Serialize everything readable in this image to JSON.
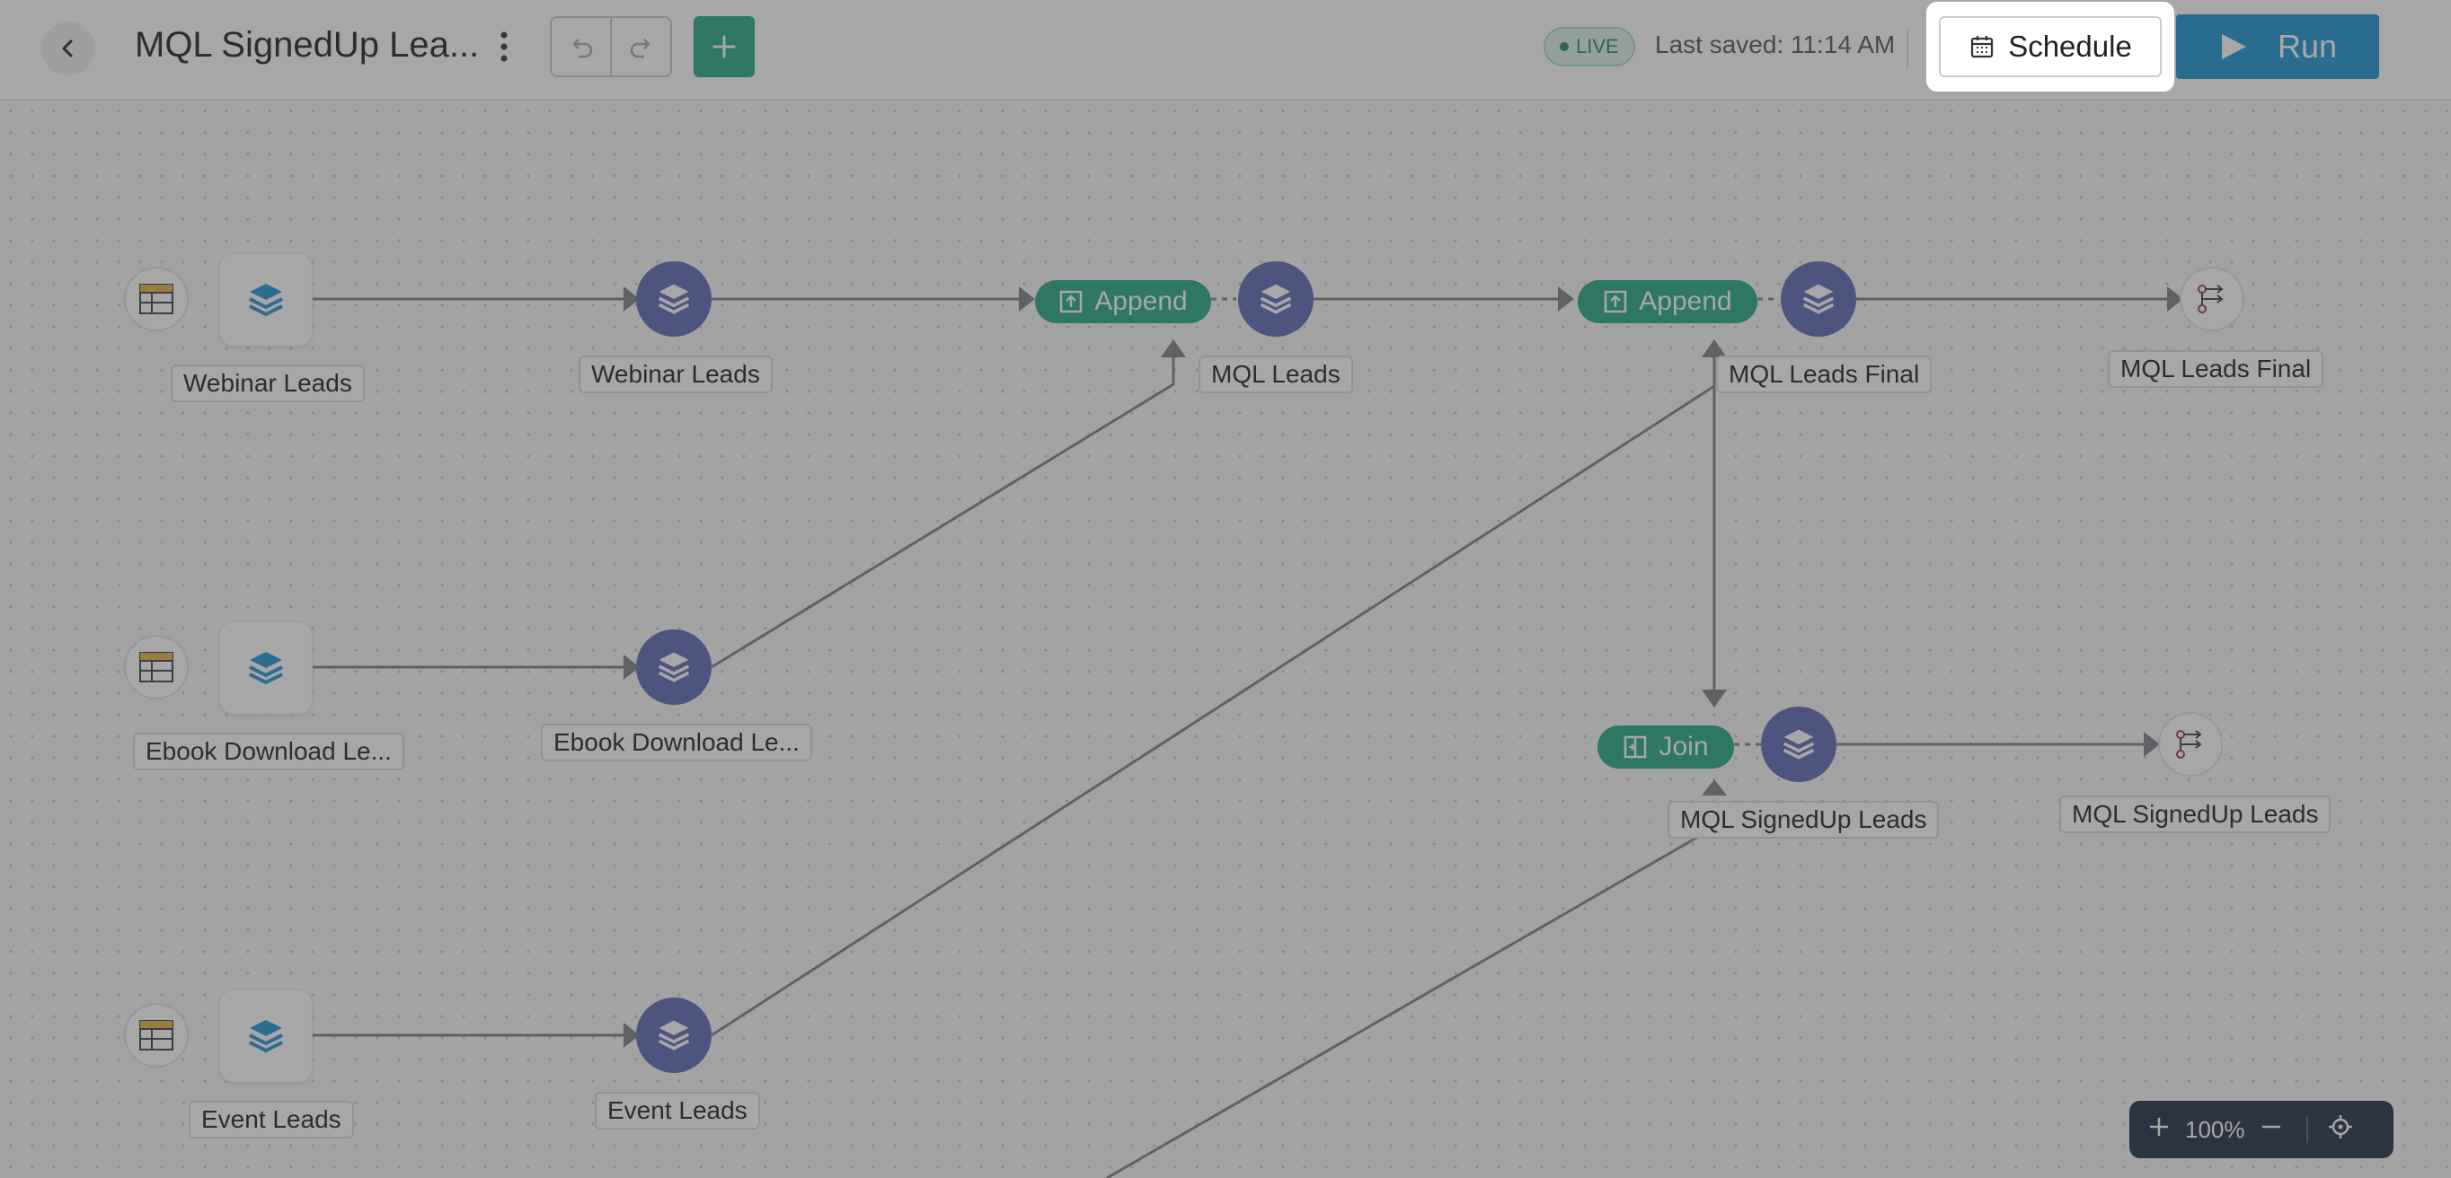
{
  "header": {
    "title": "MQL SignedUp Lea...",
    "live_label": "LIVE",
    "last_saved": "Last saved: 11:14 AM",
    "schedule_label": "Schedule",
    "run_label": "Run",
    "icons": {
      "back": "chevron-left-icon",
      "more": "kebab-icon",
      "undo": "undo-icon",
      "redo": "redo-icon",
      "add": "plus-icon",
      "schedule": "calendar-icon",
      "run": "play-icon"
    }
  },
  "pipeline": {
    "sources": [
      {
        "label": "Webinar Leads"
      },
      {
        "label": "Ebook Download Le..."
      },
      {
        "label": "Event Leads"
      }
    ],
    "stages": [
      {
        "label": "Webinar Leads"
      },
      {
        "label": "Ebook Download Le..."
      },
      {
        "label": "Event Leads"
      }
    ],
    "transforms": [
      {
        "type": "Append",
        "output": "MQL Leads"
      },
      {
        "type": "Append",
        "output": "MQL Leads Final"
      },
      {
        "type": "Join",
        "output": "MQL SignedUp Leads"
      }
    ],
    "outputs": [
      {
        "label": "MQL Leads Final"
      },
      {
        "label": "MQL SignedUp Leads"
      }
    ]
  },
  "zoom": {
    "level": "100%"
  },
  "colors": {
    "accent_green": "#22a885",
    "stage_purple": "#5c6bb4",
    "run_blue": "#1d94d6",
    "zoom_bg": "#1f2d4a"
  }
}
